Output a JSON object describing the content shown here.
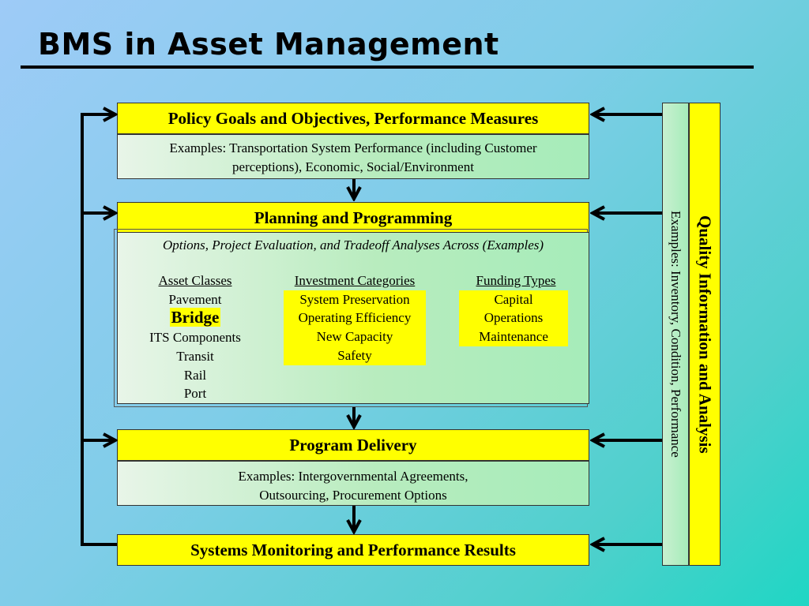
{
  "title": "BMS in Asset Management",
  "policy": {
    "header": "Policy Goals and Objectives, Performance Measures",
    "examples_line1": "Examples:  Transportation System Performance (including Customer",
    "examples_line2": "perceptions), Economic, Social/Environment"
  },
  "planning": {
    "header": "Planning and Programming",
    "subtitle": "Options, Project Evaluation, and Tradeoff Analyses Across (Examples)",
    "asset_classes": {
      "heading": "Asset Classes",
      "items": [
        "Pavement",
        "Bridge",
        "ITS Components",
        "Transit",
        "Rail",
        "Port"
      ]
    },
    "investment_categories": {
      "heading": "Investment Categories",
      "items": [
        "System Preservation",
        "Operating Efficiency",
        "New Capacity",
        "Safety"
      ]
    },
    "funding_types": {
      "heading": "Funding Types",
      "items": [
        "Capital",
        "Operations",
        "Maintenance"
      ]
    }
  },
  "delivery": {
    "header": "Program Delivery",
    "examples_line1": "Examples:  Intergovernmental Agreements,",
    "examples_line2": "Outsourcing, Procurement Options"
  },
  "monitoring": {
    "header": "Systems Monitoring and Performance Results"
  },
  "side": {
    "examples": "Examples:  Inventory, Condition, Performance",
    "quality": "Quality Information and Analysis"
  },
  "colors": {
    "header_fill": "#ffff00",
    "panel_fill": "#b8ecbe",
    "arrow": "#000000"
  }
}
